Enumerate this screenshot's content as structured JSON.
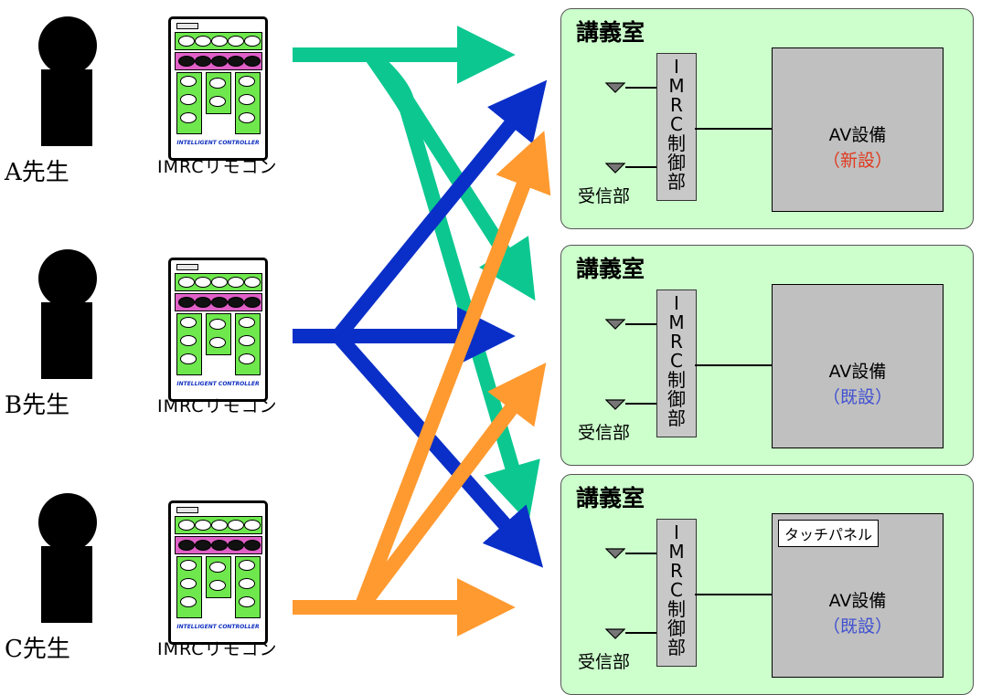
{
  "teachers": [
    {
      "name": "A先生"
    },
    {
      "name": "B先生"
    },
    {
      "name": "C先生"
    }
  ],
  "remote": {
    "label": "IMRCリモコン",
    "brand": "INTELLIGENT CONTROLLER"
  },
  "rooms": [
    {
      "title": "講義室",
      "controller": [
        "I",
        "M",
        "R",
        "C",
        "制",
        "御",
        "部"
      ],
      "receiver": "受信部",
      "av_title": "AV設備",
      "av_status": "（新設）",
      "status_color": "#e03a1e",
      "touch_panel": ""
    },
    {
      "title": "講義室",
      "controller": [
        "I",
        "M",
        "R",
        "C",
        "制",
        "御",
        "部"
      ],
      "receiver": "受信部",
      "av_title": "AV設備",
      "av_status": "（既設）",
      "status_color": "#4050d0",
      "touch_panel": ""
    },
    {
      "title": "講義室",
      "controller": [
        "I",
        "M",
        "R",
        "C",
        "制",
        "御",
        "部"
      ],
      "receiver": "受信部",
      "av_title": "AV設備",
      "av_status": "（既設）",
      "status_color": "#4050d0",
      "touch_panel": "タッチパネル"
    }
  ],
  "colors": {
    "teacher_a_arrows": "#0cc890",
    "teacher_b_arrows": "#0a2fc8",
    "teacher_c_arrows": "#ff9a30",
    "room_bg": "#ccffcc",
    "av_bg": "#c0c0c0"
  }
}
